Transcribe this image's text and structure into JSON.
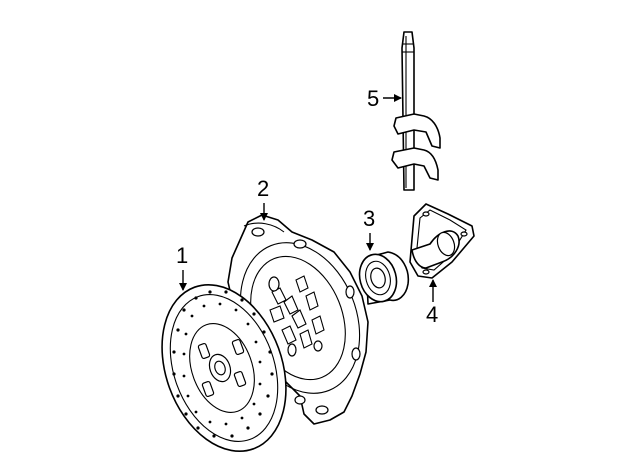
{
  "callouts": {
    "c1": "1",
    "c2": "2",
    "c3": "3",
    "c4": "4",
    "c5": "5"
  },
  "colors": {
    "ink": "#000000",
    "paper": "#ffffff"
  }
}
